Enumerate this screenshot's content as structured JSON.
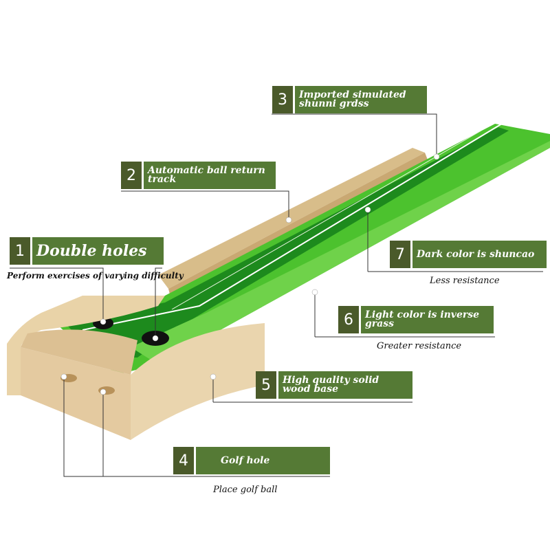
{
  "callouts": [
    {
      "num": "1",
      "label": "Double holes",
      "caption": "Perform exercises of varying difficulty"
    },
    {
      "num": "2",
      "label": "Automatic ball return track"
    },
    {
      "num": "3",
      "label": "Imported simulated shunni grdss"
    },
    {
      "num": "4",
      "label": "Golf hole",
      "caption": "Place golf ball"
    },
    {
      "num": "5",
      "label": "High quality solid wood base"
    },
    {
      "num": "6",
      "label": "Light color is inverse grass",
      "caption": "Greater resistance"
    },
    {
      "num": "7",
      "label": "Dark color is shuncao",
      "caption": "Less resistance"
    }
  ],
  "colors": {
    "badge_dark": "#4a5a2a",
    "label_green": "#557a35",
    "grass_light": "#4cc22e",
    "grass_dark": "#1d8a1d",
    "wood": "#e6cfa2"
  },
  "icons": [
    "golf-hole-icon",
    "ball-cup-icon"
  ]
}
